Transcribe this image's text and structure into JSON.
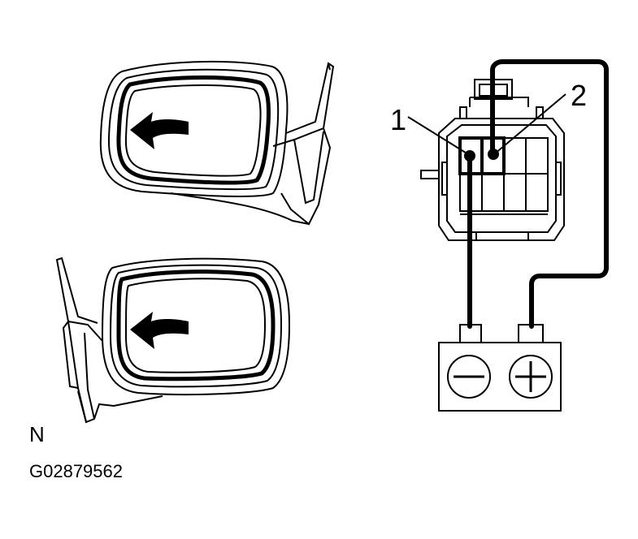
{
  "diagram": {
    "callouts": [
      {
        "id": "1",
        "text": "1"
      },
      {
        "id": "2",
        "text": "2"
      }
    ],
    "battery": {
      "negative_symbol": "−",
      "positive_symbol": "+"
    },
    "footer": {
      "letter": "N",
      "figure_code": "G02879562"
    },
    "colors": {
      "line": "#000000",
      "background": "#ffffff"
    },
    "icons": [
      "mirror-top-icon",
      "mirror-bottom-icon",
      "arrow-left-icon",
      "connector-icon",
      "battery-icon"
    ]
  }
}
